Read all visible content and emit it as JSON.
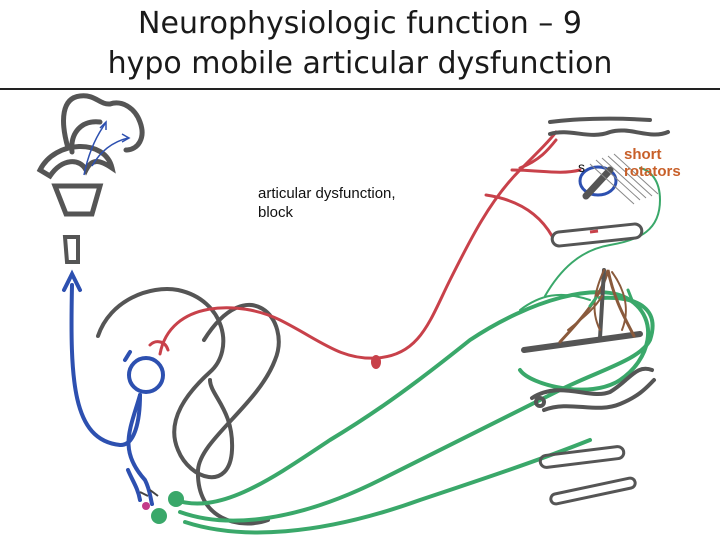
{
  "title": {
    "line1": "Neurophysiologic function – 9",
    "line2": "hypo mobile articular dysfunction"
  },
  "labels": {
    "articular": "articular dysfunction,",
    "block": "block",
    "s": "s",
    "short": "short",
    "rotators": "rotators"
  },
  "colors": {
    "red": "#c8414a",
    "blue": "#2d50b0",
    "green": "#3aa86a",
    "gray": "#555555",
    "brown": "#8a5a3c",
    "orange": "#c8602a"
  }
}
